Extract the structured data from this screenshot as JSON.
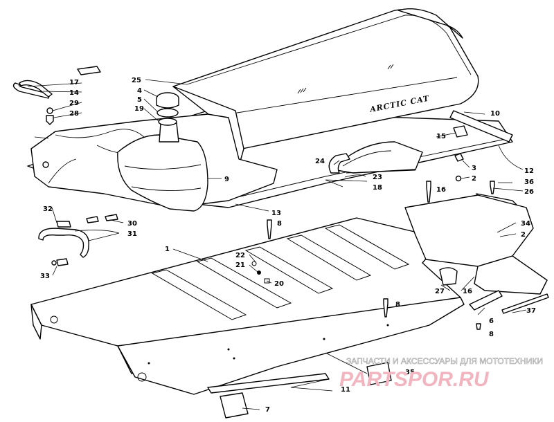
{
  "brand_label": "ARCTIC CAT",
  "watermark": {
    "top_text": "ЗАПЧАСТИ И АКСЕССУАРЫ ДЛЯ МОТОТЕХНИКИ",
    "logo_text": "PARTSPOR.RU",
    "logo_color": "#f2b5c0"
  },
  "callouts": {
    "c1": "1",
    "c2a": "2",
    "c2b": "2",
    "c3": "3",
    "c4": "4",
    "c5": "5",
    "c6": "6",
    "c7": "7",
    "c8a": "8",
    "c8b": "8",
    "c8c": "8",
    "c9": "9",
    "c10": "10",
    "c11": "11",
    "c12": "12",
    "c13": "13",
    "c14": "14",
    "c15": "15",
    "c16a": "16",
    "c16b": "16",
    "c17": "17",
    "c18": "18",
    "c19": "19",
    "c20": "20",
    "c21": "21",
    "c22": "22",
    "c23": "23",
    "c24": "24",
    "c25": "25",
    "c26": "26",
    "c27": "27",
    "c28": "28",
    "c29": "29",
    "c30": "30",
    "c31": "31",
    "c32": "32",
    "c33": "33",
    "c34": "34",
    "c35": "35",
    "c36": "36",
    "c37": "37"
  }
}
